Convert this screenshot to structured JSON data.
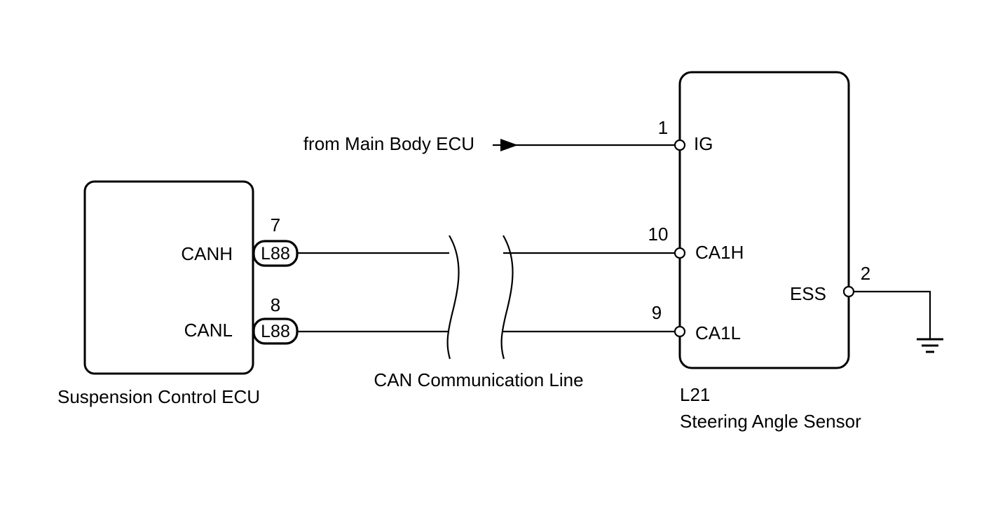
{
  "suspension_ecu": {
    "name": "Suspension Control ECU",
    "canh_label": "CANH",
    "canl_label": "CANL"
  },
  "connector_l88": {
    "code": "L88",
    "canh_pin": "7",
    "canl_pin": "8"
  },
  "can_line": {
    "label": "CAN Communication Line"
  },
  "main_body": {
    "label": "from Main Body ECU"
  },
  "sensor": {
    "connector": "L21",
    "name": "Steering Angle Sensor",
    "pins": {
      "ig": {
        "number": "1",
        "label": "IG"
      },
      "ca1h": {
        "number": "10",
        "label": "CA1H"
      },
      "ca1l": {
        "number": "9",
        "label": "CA1L"
      },
      "ess": {
        "number": "2",
        "label": "ESS"
      }
    }
  },
  "icons": {
    "ground": "ground-symbol-icon",
    "arrow": "arrow-right-icon",
    "break": "line-break-icon"
  }
}
